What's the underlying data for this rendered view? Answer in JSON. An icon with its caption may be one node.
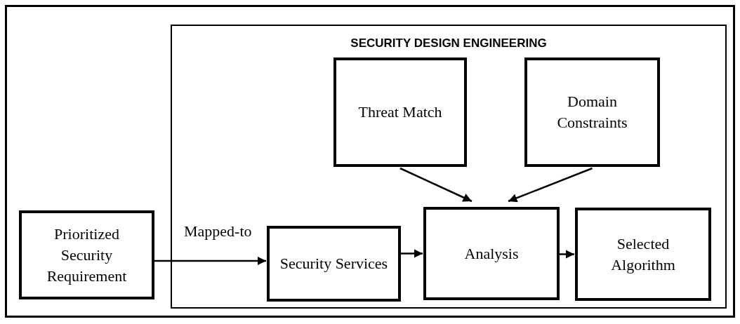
{
  "diagram": {
    "nodes": [
      {
        "text": [
          "SECURITY DESIGN ENGINEERING"
        ]
      },
      {
        "text": [
          "Threat Match"
        ],
        "in": 0
      },
      {
        "text": [
          "Domain Constraints"
        ],
        "in": 0
      },
      {
        "text": [
          "Prioritized Security Requirement"
        ]
      },
      {
        "text": [
          "Security Services"
        ],
        "in": 0
      },
      {
        "text": [
          "Analysis"
        ],
        "in": 0
      },
      {
        "text": [
          "Selected Algorithm"
        ],
        "in": 0
      }
    ],
    "edges": [
      {
        "from": 3,
        "to": 4,
        "arrow": "to",
        "label": "Mapped-to"
      },
      {
        "from": 1,
        "to": 5,
        "arrow": "to"
      },
      {
        "from": 2,
        "to": 5,
        "arrow": "to"
      },
      {
        "from": 4,
        "to": 5,
        "arrow": "to"
      },
      {
        "from": 5,
        "to": 6,
        "arrow": "to"
      }
    ]
  }
}
